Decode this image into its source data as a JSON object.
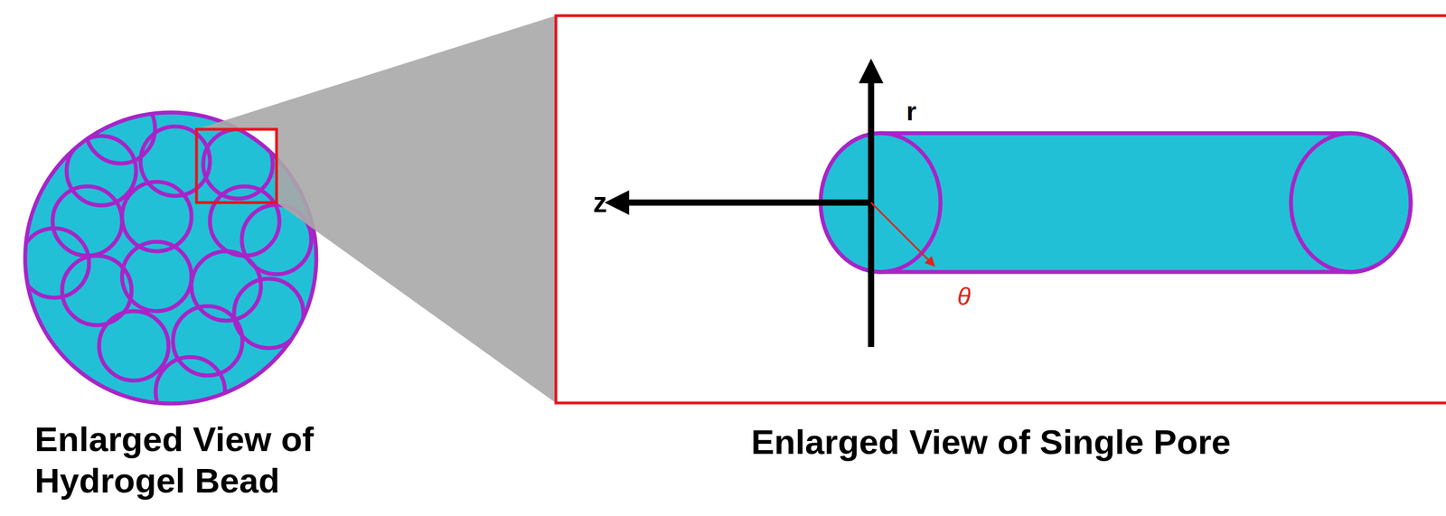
{
  "diagram": {
    "labels": [
      "Enlarged View of Hydrogel Bead",
      "Enlarged View of Single Pore",
      "z",
      "r",
      "θ"
    ]
  }
}
